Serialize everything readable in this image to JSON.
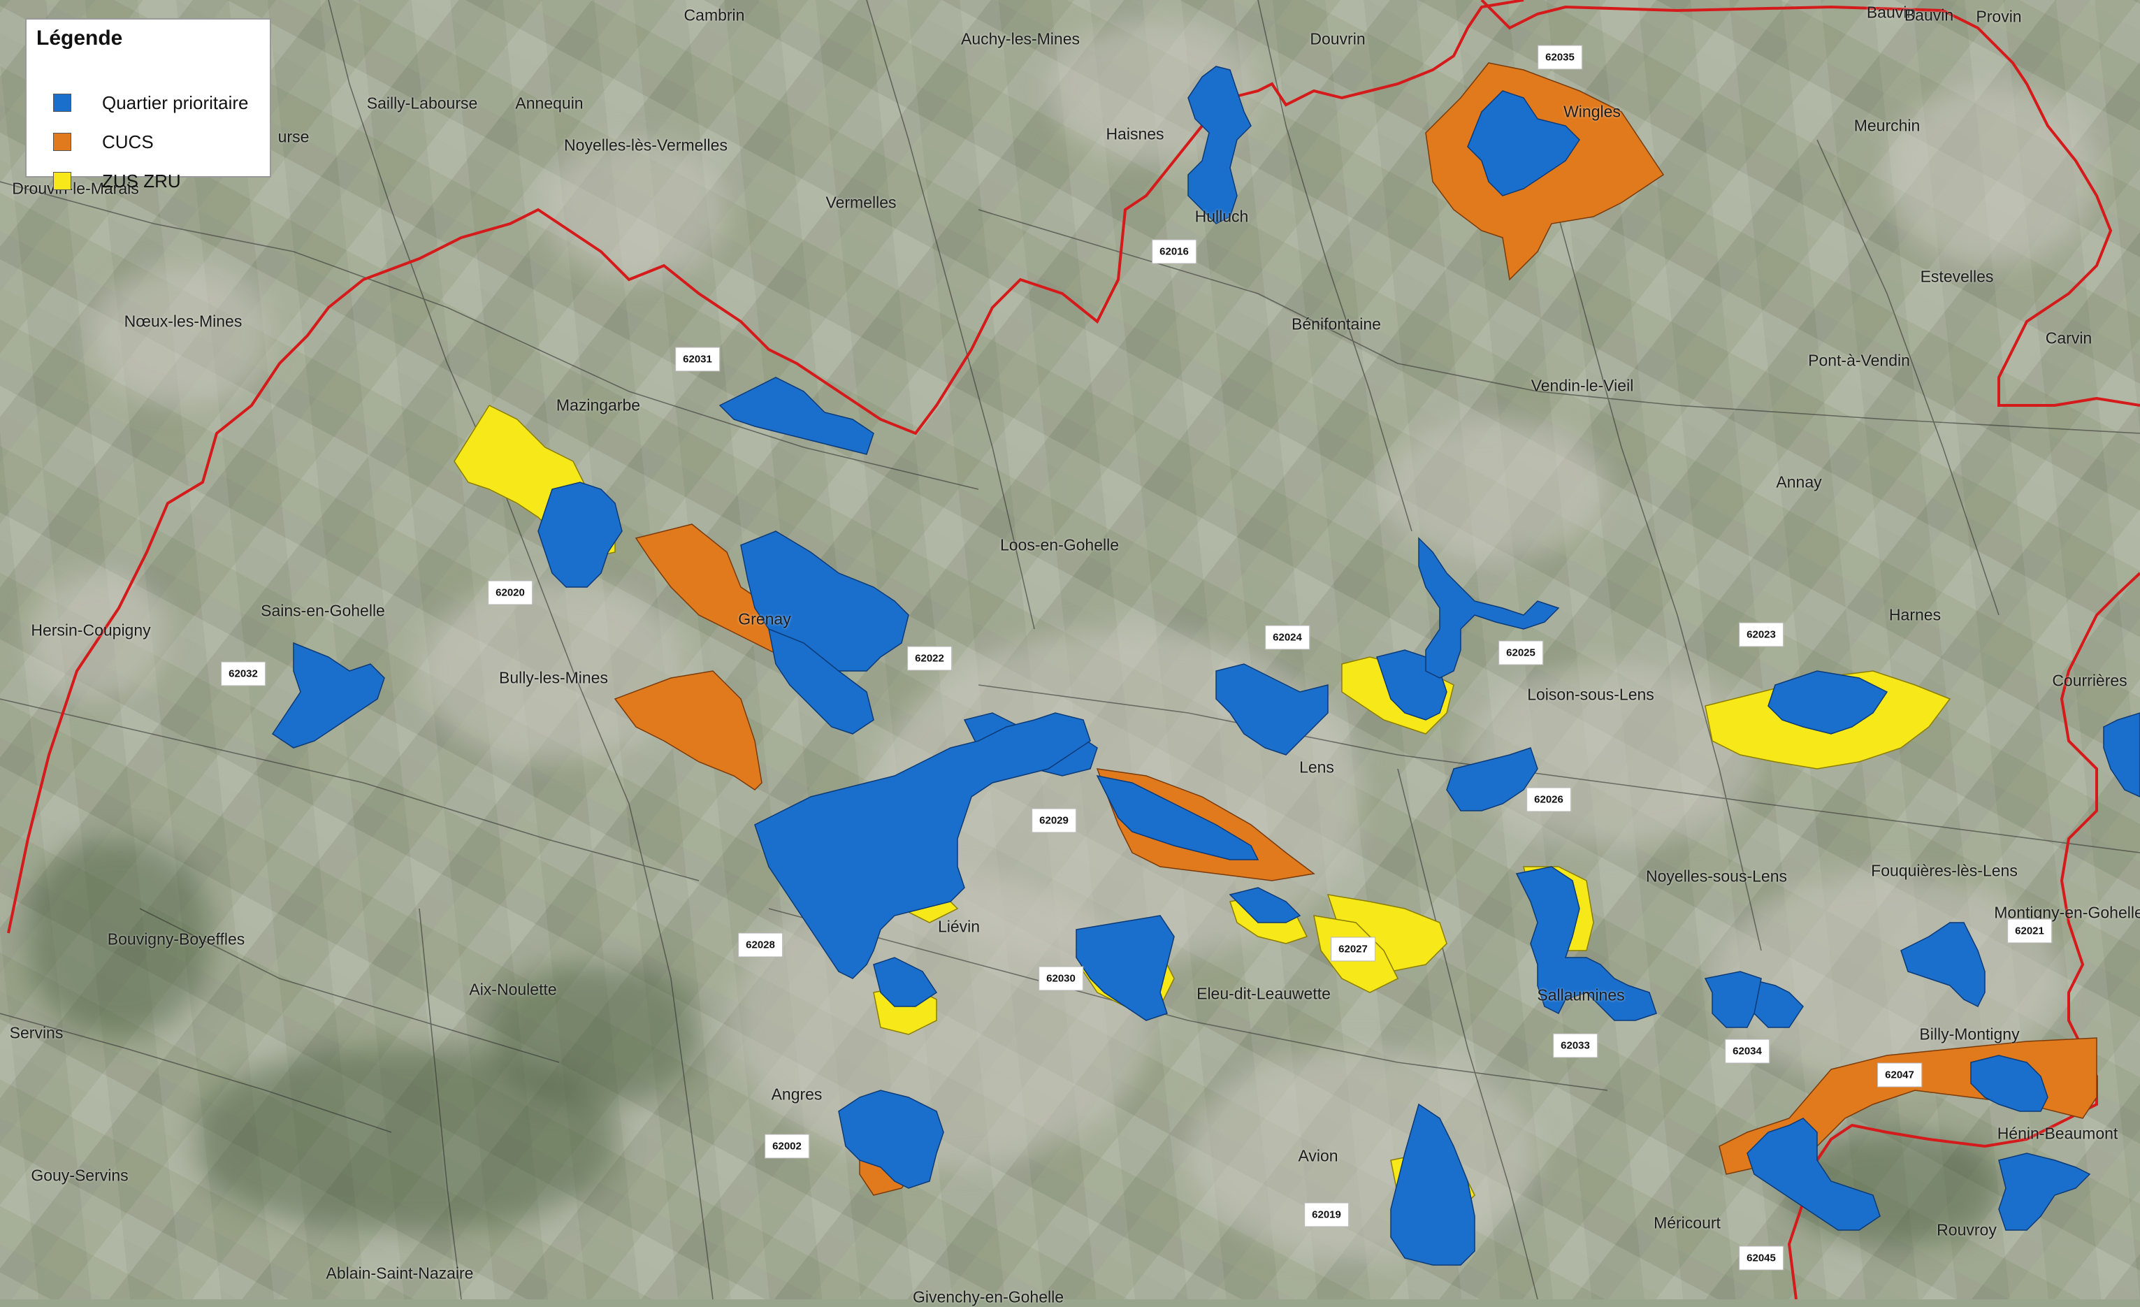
{
  "legend": {
    "title": "Légende",
    "items": [
      {
        "label": "Quartier prioritaire",
        "color": "#1a6fcc"
      },
      {
        "label": "CUCS",
        "color": "#e07a1d"
      },
      {
        "label": "ZUS ZRU",
        "color": "#f7e81a"
      }
    ]
  },
  "colors": {
    "boundary": "#d41a1a",
    "quartier_prioritaire": "#1a6fcc",
    "cucs": "#e07a1d",
    "zus_zru": "#f7e81a"
  },
  "places": [
    "Cambrin",
    "Auchy-les-Mines",
    "Douvrin",
    "Bauvin",
    "Bauvin",
    "Provin",
    "Sailly-Labourse",
    "Annequin",
    "Noyelles-lès-Vermelles",
    "Haisnes",
    "Wingles",
    "Meurchin",
    "urse",
    "Drouvin-le-Marais",
    "Vermelles",
    "Hulluch",
    "Estevelles",
    "Nœux-les-Mines",
    "Bénifontaine",
    "Carvin",
    "Pont-à-Vendin",
    "Vendin-le-Vieil",
    "Mazingarbe",
    "Annay",
    "Loos-en-Gohelle",
    "Sains-en-Gohelle",
    "Grenay",
    "Harnes",
    "Hersin-Coupigny",
    "Bully-les-Mines",
    "Loison-sous-Lens",
    "Courrières",
    "Lens",
    "Noyelles-sous-Lens",
    "Fouquières-lès-Lens",
    "Montigny-en-Gohelle",
    "Liévin",
    "Bouvigny-Boyeffles",
    "Aix-Noulette",
    "Eleu-dit-Leauwette",
    "Sallaumines",
    "Servins",
    "Billy-Montigny",
    "Angres",
    "Hénin-Beaumont",
    "Avion",
    "Gouy-Servins",
    "Méricourt",
    "Rouvroy",
    "Ablain-Saint-Nazaire",
    "Givenchy-en-Gohelle"
  ],
  "codes": [
    "62035",
    "62016",
    "62031",
    "62020",
    "62022",
    "62032",
    "62024",
    "62025",
    "62023",
    "62029",
    "62026",
    "62028",
    "62030",
    "62027",
    "62021",
    "62033",
    "62034",
    "62047",
    "62002",
    "62019",
    "62045"
  ]
}
